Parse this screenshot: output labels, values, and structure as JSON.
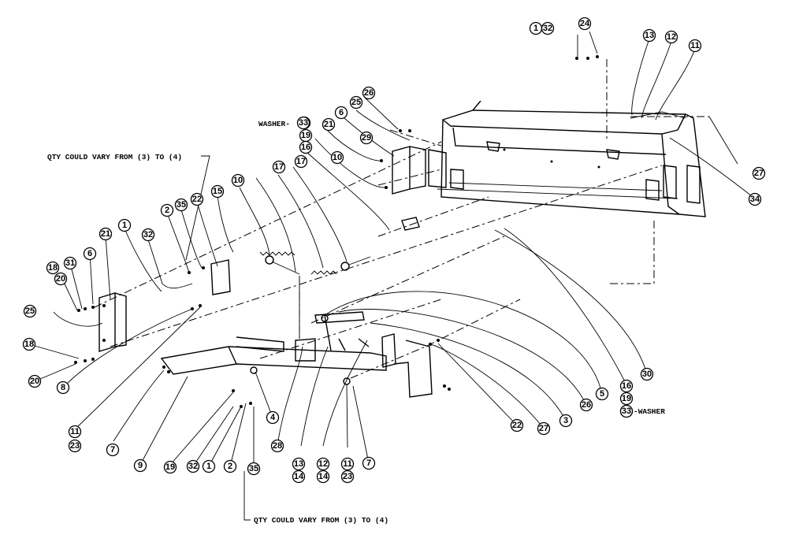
{
  "notes": {
    "qty_top": "QTY COULD VARY FROM (3) TO (4)",
    "qty_bottom": "QTY COULD VARY FROM (3) TO (4)",
    "washer_top_prefix": "WASHER-",
    "washer_top_number": "33",
    "washer_bottom_suffix": "-WASHER",
    "washer_bottom_number": "33"
  },
  "callouts": [
    "1",
    "32",
    "24",
    "13",
    "12",
    "11",
    "26",
    "25",
    "6",
    "33",
    "21",
    "19",
    "16",
    "29",
    "27",
    "34",
    "10",
    "17",
    "17",
    "10",
    "15",
    "22",
    "35",
    "2",
    "32",
    "1",
    "21",
    "6",
    "31",
    "18",
    "20",
    "25",
    "18",
    "20",
    "8",
    "11",
    "23",
    "7",
    "9",
    "19",
    "32",
    "1",
    "2",
    "35",
    "4",
    "28",
    "13",
    "14",
    "12",
    "14",
    "11",
    "23",
    "7",
    "22",
    "27",
    "3",
    "26",
    "5",
    "16",
    "19",
    "33",
    "30"
  ]
}
